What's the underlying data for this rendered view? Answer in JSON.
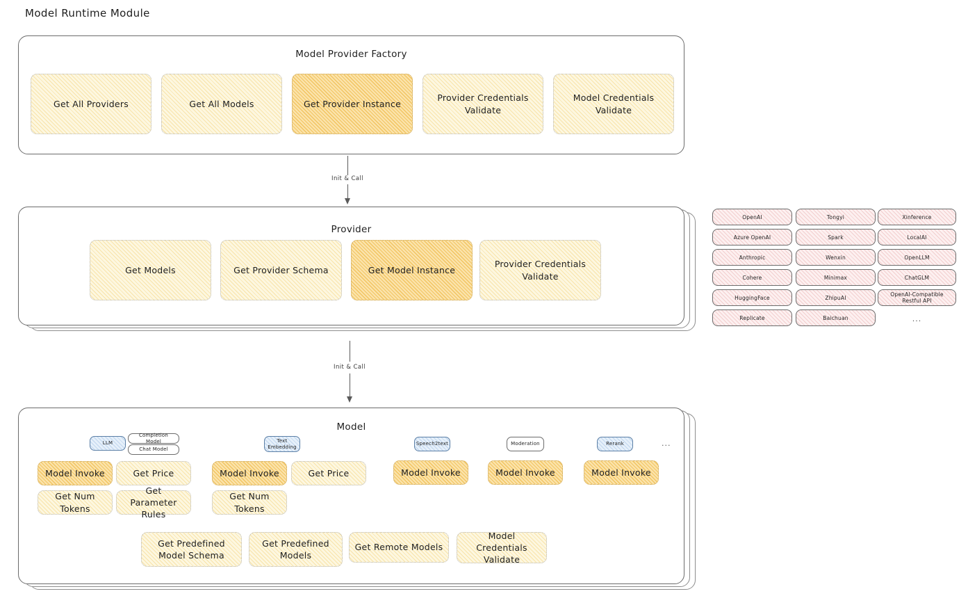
{
  "page": {
    "title": "Model Runtime Module"
  },
  "factory": {
    "title": "Model Provider Factory",
    "cards": [
      {
        "label": "Get All Providers",
        "highlight": false
      },
      {
        "label": "Get All Models",
        "highlight": false
      },
      {
        "label": "Get Provider Instance",
        "highlight": true
      },
      {
        "label": "Provider Credentials Validate",
        "highlight": false
      },
      {
        "label": "Model Credentials Validate",
        "highlight": false
      }
    ]
  },
  "arrows": [
    {
      "label": "Init & Call"
    },
    {
      "label": "Init & Call"
    }
  ],
  "provider": {
    "title": "Provider",
    "cards": [
      {
        "label": "Get Models",
        "highlight": false
      },
      {
        "label": "Get Provider Schema",
        "highlight": false
      },
      {
        "label": "Get Model Instance",
        "highlight": true
      },
      {
        "label": "Provider Credentials Validate",
        "highlight": false
      }
    ]
  },
  "provider_list": {
    "columns": [
      [
        "OpenAI",
        "Azure OpenAI",
        "Anthropic",
        "Cohere",
        "HuggingFace",
        "Replicate"
      ],
      [
        "Tongyi",
        "Spark",
        "Wenxin",
        "Minimax",
        "ZhipuAI",
        "Baichuan"
      ],
      [
        "Xinference",
        "LocalAI",
        "OpenLLM",
        "ChatGLM",
        "OpenAI-Compatible Restful API"
      ]
    ],
    "more": "..."
  },
  "model": {
    "title": "Model",
    "more": "...",
    "types": [
      {
        "name": "LLM",
        "style": "blue",
        "subtypes": [
          "Completion Model",
          "Chat Model"
        ],
        "methods": [
          {
            "label": "Model Invoke",
            "highlight": true
          },
          {
            "label": "Get Price",
            "highlight": false
          },
          {
            "label": "Get Num Tokens",
            "highlight": false
          },
          {
            "label": "Get Parameter Rules",
            "highlight": false
          }
        ]
      },
      {
        "name": "Text Embedding",
        "style": "blue",
        "subtypes": [],
        "methods": [
          {
            "label": "Model Invoke",
            "highlight": true
          },
          {
            "label": "Get Price",
            "highlight": false
          },
          {
            "label": "Get Num Tokens",
            "highlight": false
          }
        ]
      },
      {
        "name": "Speech2text",
        "style": "blue",
        "subtypes": [],
        "methods": [
          {
            "label": "Model Invoke",
            "highlight": true
          }
        ]
      },
      {
        "name": "Moderation",
        "style": "plain",
        "subtypes": [],
        "methods": [
          {
            "label": "Model Invoke",
            "highlight": true
          }
        ]
      },
      {
        "name": "Rerank",
        "style": "blue",
        "subtypes": [],
        "methods": [
          {
            "label": "Model Invoke",
            "highlight": true
          }
        ]
      }
    ],
    "shared_methods": [
      "Get Predefined Model Schema",
      "Get Predefined Models",
      "Get Remote Models",
      "Model Credentials Validate"
    ]
  }
}
